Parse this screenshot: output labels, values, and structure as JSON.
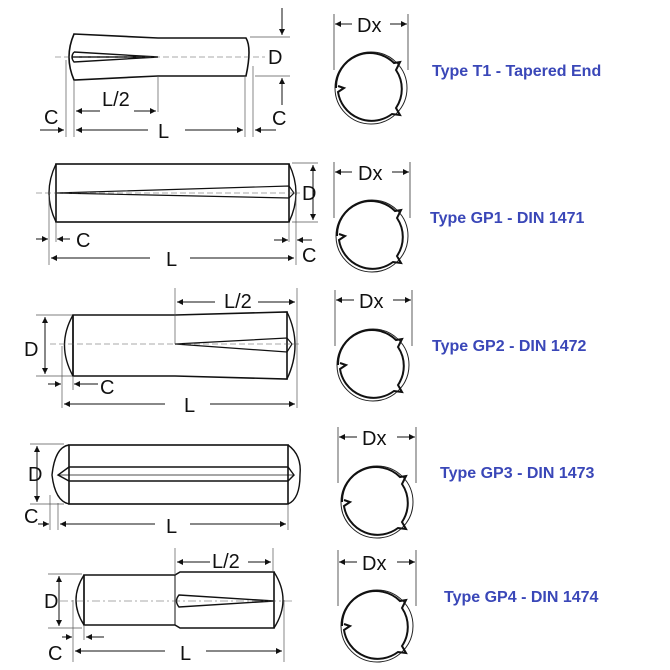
{
  "colors": {
    "label": "#3a47b8",
    "line": "#111111"
  },
  "dimension_labels": {
    "D": "D",
    "C": "C",
    "L": "L",
    "L_half": "L/2",
    "Dx": "Dx"
  },
  "rows": [
    {
      "id": "t1",
      "label": "Type T1 - Tapered End",
      "dims": [
        "D",
        "C",
        "L/2",
        "L",
        "C"
      ],
      "section_dim": "Dx"
    },
    {
      "id": "gp1",
      "label": "Type GP1 - DIN 1471",
      "dims": [
        "D",
        "C",
        "L",
        "C"
      ],
      "section_dim": "Dx"
    },
    {
      "id": "gp2",
      "label": "Type GP2 - DIN 1472",
      "dims": [
        "L/2",
        "D",
        "C",
        "L"
      ],
      "section_dim": "Dx"
    },
    {
      "id": "gp3",
      "label": "Type GP3 - DIN 1473",
      "dims": [
        "D",
        "C",
        "L"
      ],
      "section_dim": "Dx"
    },
    {
      "id": "gp4",
      "label": "Type GP4 - DIN 1474",
      "dims": [
        "L/2",
        "D",
        "C",
        "L"
      ],
      "section_dim": "Dx"
    }
  ]
}
